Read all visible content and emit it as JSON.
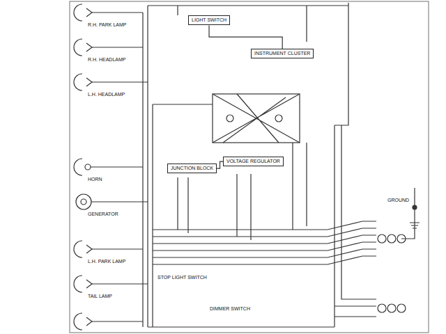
{
  "diagram": {
    "nodes": [
      {
        "text": [
          "LIGHT SWITCH"
        ]
      },
      {
        "text": [
          "INSTRUMENT CLUSTER"
        ]
      },
      {
        "text": [
          "JUNCTION BLOCK"
        ]
      },
      {
        "text": [
          "VOLTAGE REGULATOR"
        ]
      }
    ],
    "edges": [
      {
        "from": 0,
        "to": 1,
        "arrow": "none"
      },
      {
        "from": 2,
        "to": 3,
        "arrow": "none"
      }
    ],
    "labels": [
      "R.H. PARK LAMP",
      "R.H. HEADLAMP",
      "L.H. HEADLAMP",
      "HORN",
      "GENERATOR",
      "L.H. PARK LAMP",
      "TAIL LAMP",
      "STOP LIGHT SWITCH",
      "GROUND",
      "DIMMER SWITCH"
    ]
  }
}
